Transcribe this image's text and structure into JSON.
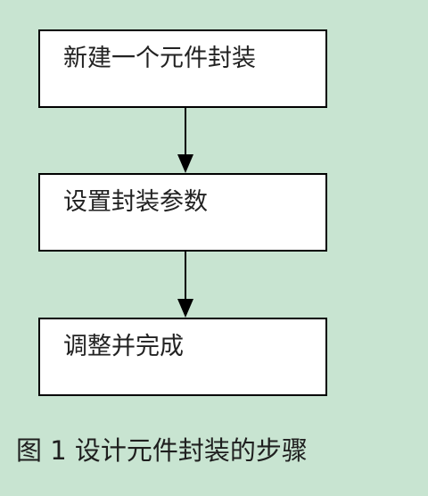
{
  "diagram": {
    "steps": [
      {
        "label": "新建一个元件封装"
      },
      {
        "label": "设置封装参数"
      },
      {
        "label": "调整并完成"
      }
    ],
    "caption": "图 1  设计元件封装的步骤"
  },
  "colors": {
    "background": "#c8e4d1",
    "box_fill": "#ffffff",
    "box_border": "#000000",
    "arrow": "#000000",
    "text": "#222222"
  }
}
